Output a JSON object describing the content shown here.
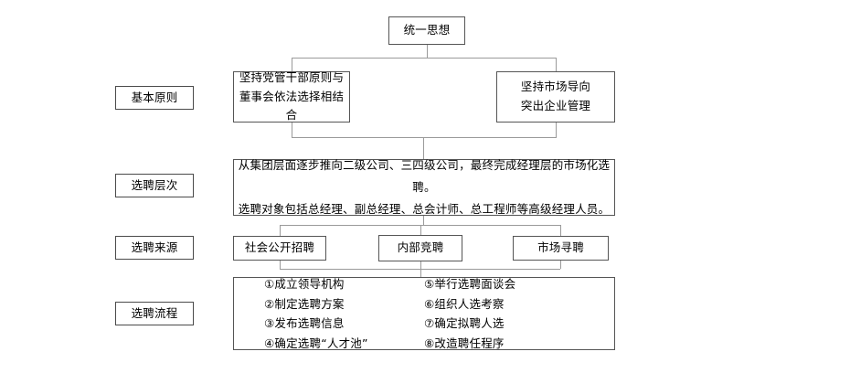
{
  "diagram": {
    "title_node": {
      "text": "统一思想"
    },
    "row_labels": [
      {
        "text": "基本原则"
      },
      {
        "text": "选聘层次"
      },
      {
        "text": "选聘来源"
      },
      {
        "text": "选聘流程"
      }
    ],
    "principles": [
      {
        "line1": "坚持党管干部原则与",
        "line2": "董事会依法选择相结合"
      },
      {
        "line1": "坚持市场导向",
        "line2": "突出企业管理"
      }
    ],
    "level": {
      "line1": "从集团层面逐步推向二级公司、三四级公司，最终完成经理层的市场化选聘。",
      "line2": "选聘对象包括总经理、副总经理、总会计师、总工程师等高级经理人员。"
    },
    "sources": [
      {
        "text": "社会公开招聘"
      },
      {
        "text": "内部竞聘"
      },
      {
        "text": "市场寻聘"
      }
    ],
    "process": {
      "left_column": [
        {
          "text": "①成立领导机构"
        },
        {
          "text": "②制定选聘方案"
        },
        {
          "text": "③发布选聘信息"
        },
        {
          "text": "④确定选聘“人才池”"
        }
      ],
      "right_column": [
        {
          "text": "⑤举行选聘面谈会"
        },
        {
          "text": "⑥组织人选考察"
        },
        {
          "text": "⑦确定拟聘人选"
        },
        {
          "text": "⑧改造聘任程序"
        }
      ]
    },
    "colors": {
      "background": "#ffffff",
      "box_border": "#555555",
      "connector": "#9a9a9a",
      "text": "#000000"
    }
  }
}
